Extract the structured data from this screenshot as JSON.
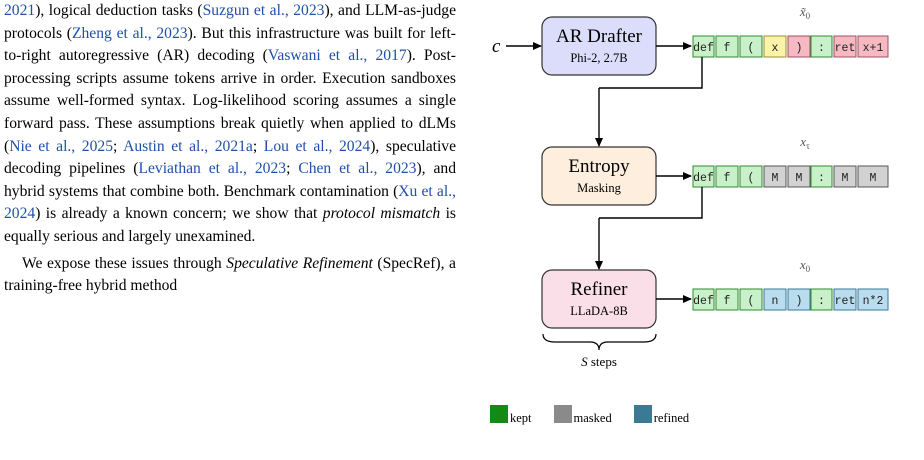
{
  "paragraph1": [
    {
      "t": "2021"
    },
    {
      "t": "), logical deduction tasks ("
    },
    {
      "t": "Suzgun et al., 2023"
    },
    {
      "t": "), and LLM-as-judge protocols ("
    },
    {
      "t": "Zheng et al., 2023"
    },
    {
      "t": "). But this infrastructure was built for left-to-right autoregressive (AR) decoding ("
    },
    {
      "t": "Vaswani et al., 2017"
    },
    {
      "t": "). Post-processing scripts assume tokens arrive in order. Execution sandboxes assume well-formed syntax. Log-likelihood scoring assumes a single forward pass. These assumptions break quietly when applied to dLMs ("
    },
    {
      "t": "Nie et al., 2025"
    },
    {
      "t": "; "
    },
    {
      "t": "Austin et al., 2021a"
    },
    {
      "t": "; "
    },
    {
      "t": "Lou et al., 2024"
    },
    {
      "t": "), speculative decoding pipelines ("
    },
    {
      "t": "Leviathan et al., 2023"
    },
    {
      "t": "; "
    },
    {
      "t": "Chen et al., 2023"
    },
    {
      "t": "), and hybrid systems that combine both. Benchmark contamination ("
    },
    {
      "t": "Xu et al., 2024"
    },
    {
      "t": ") is already a known concern; we show that "
    },
    {
      "t": "protocol mismatch"
    },
    {
      "t": " is equally serious and largely unexamined."
    }
  ],
  "paragraph2": [
    {
      "t": "We expose these issues through "
    },
    {
      "t": "Speculative Refinement"
    },
    {
      "t": " (SpecRef), a training-free hybrid method"
    }
  ],
  "diagram": {
    "input_label": "c",
    "stages": [
      {
        "title": "AR Drafter",
        "subtitle": "Phi-2, 2.7B",
        "seq_label": "x̃",
        "seq_sub": "0",
        "tokens": [
          "def",
          "f",
          "(",
          "x",
          ")",
          ":",
          "ret",
          "x+1"
        ]
      },
      {
        "title": "Entropy",
        "subtitle": "Masking",
        "seq_label": "x",
        "seq_sub": "τ",
        "tokens": [
          "def",
          "f",
          "(",
          "M",
          "M",
          ":",
          "M",
          "M"
        ]
      },
      {
        "title": "Refiner",
        "subtitle": "LLaDA-8B",
        "seq_label": "x",
        "seq_sub": "0",
        "tokens": [
          "def",
          "f",
          "(",
          "n",
          ")",
          ":",
          "ret",
          "n*2"
        ]
      }
    ],
    "brace_label_var": "S",
    "brace_label_rest": "steps"
  },
  "legend": [
    {
      "label": "kept",
      "color": "#138a13"
    },
    {
      "label": "masked",
      "color": "#8a8a8a"
    },
    {
      "label": "refined",
      "color": "#3a7a95"
    }
  ]
}
